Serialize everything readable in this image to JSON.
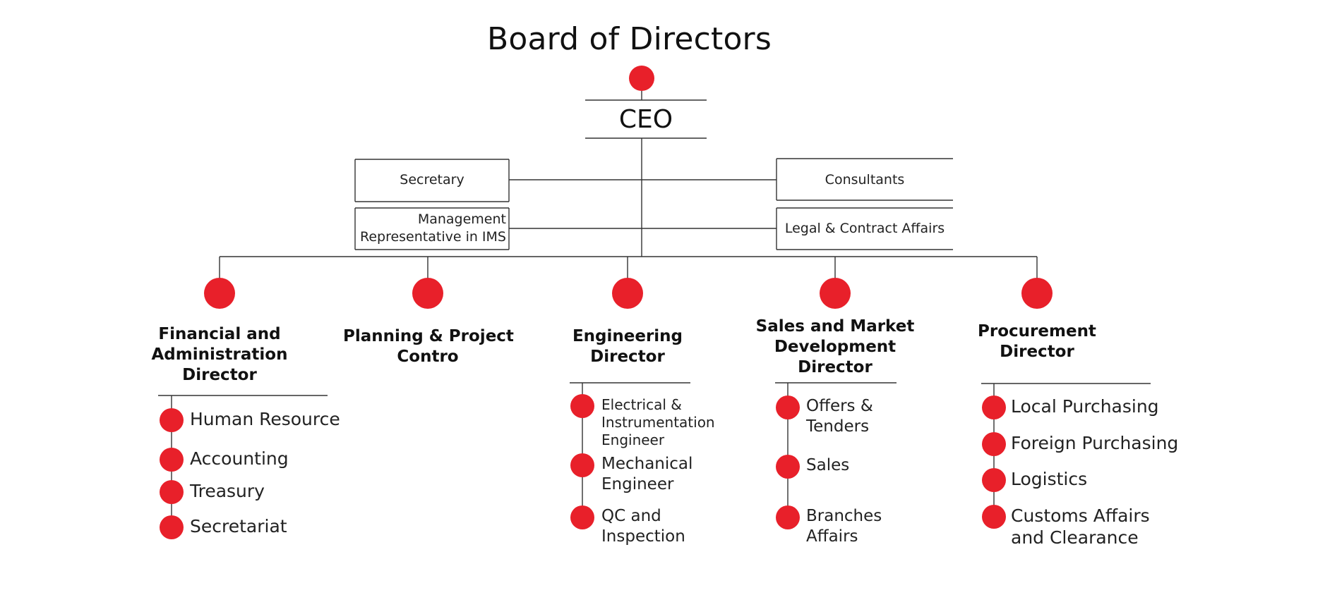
{
  "title": "Board of Directors",
  "ceo": "CEO",
  "staff_left": [
    {
      "id": "secretary",
      "label": "Secretary"
    },
    {
      "id": "management-rep",
      "label": "Management\nRepresentative in IMS"
    }
  ],
  "staff_right": [
    {
      "id": "consultants",
      "label": "Consultants"
    },
    {
      "id": "legal-contract",
      "label": "Legal & Contract  Affairs"
    }
  ],
  "directors": [
    {
      "id": "financial-admin",
      "label": "Financial and\nAdministration\nDirector",
      "units": [
        "Human Resource",
        "Accounting",
        "Treasury",
        "Secretariat"
      ]
    },
    {
      "id": "planning-project",
      "label": "Planning & Project\nContro",
      "units": []
    },
    {
      "id": "engineering",
      "label": "Engineering\nDirector",
      "units": [
        "Electrical &\nInstrumentation\nEngineer",
        "Mechanical\nEngineer",
        "QC and\nInspection"
      ]
    },
    {
      "id": "sales-market",
      "label": "Sales and Market\nDevelopment\nDirector",
      "units": [
        "Offers &\nTenders",
        "Sales",
        "Branches\nAffairs"
      ]
    },
    {
      "id": "procurement",
      "label": "Procurement\nDirector",
      "units": [
        "Local Purchasing",
        "Foreign Purchasing",
        "Logistics",
        "Customs Affairs\nand Clearance"
      ]
    }
  ],
  "colors": {
    "node": "#e8202a",
    "line": "#333333"
  }
}
